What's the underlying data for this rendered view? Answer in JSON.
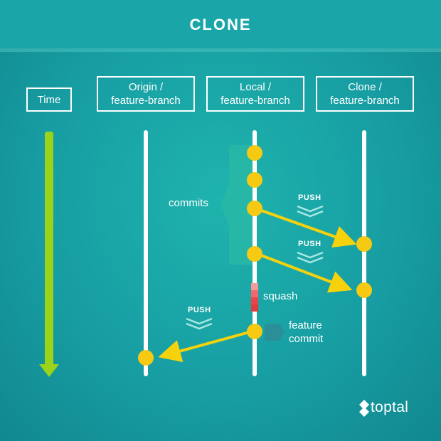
{
  "title": "CLONE",
  "columns": {
    "time": "Time",
    "origin": "Origin /\nfeature-branch",
    "local": "Local /\nfeature-branch",
    "clone": "Clone /\nfeature-branch"
  },
  "annotations": {
    "commits": "commits",
    "squash": "squash",
    "feature_commit": "feature\ncommit"
  },
  "push_labels": [
    "PUSH",
    "PUSH",
    "PUSH"
  ],
  "logo": {
    "text": "toptal",
    "icon": "toptal-logo-icon"
  },
  "colors": {
    "background": "#179ea3",
    "header": "#1aa6a8",
    "node": "#f6c913",
    "arrow": "#f6d20d",
    "time_arrow": "#9bd21a",
    "squash": "#e8464a"
  }
}
